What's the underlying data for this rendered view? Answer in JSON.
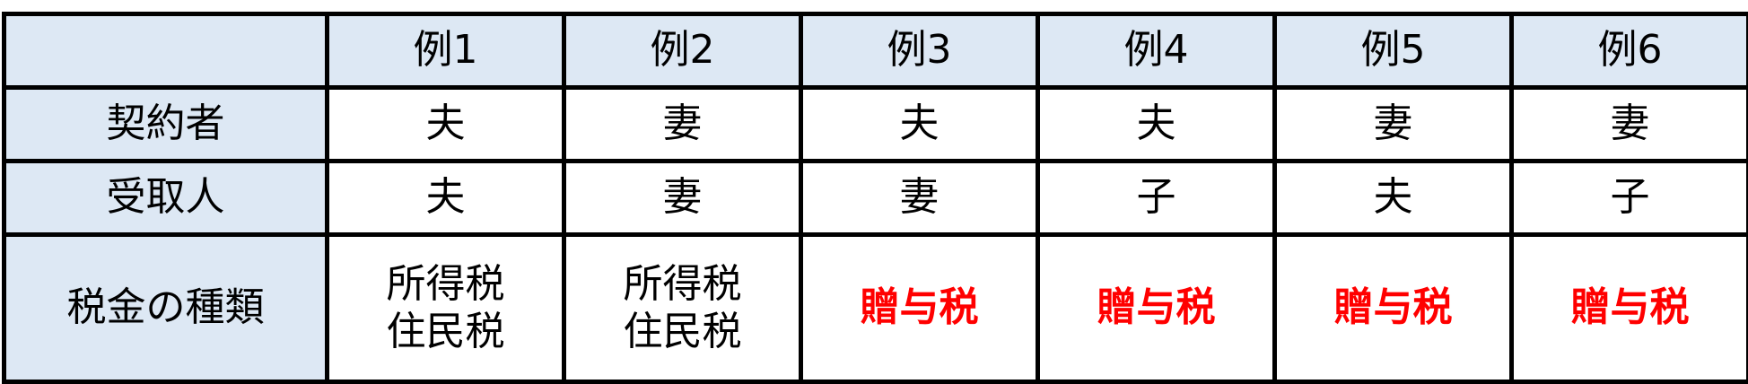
{
  "table": {
    "corner": "",
    "columns": [
      "例1",
      "例2",
      "例3",
      "例4",
      "例5",
      "例6"
    ],
    "rows": [
      {
        "label": "契約者",
        "cells": [
          "夫",
          "妻",
          "夫",
          "夫",
          "妻",
          "妻"
        ]
      },
      {
        "label": "受取人",
        "cells": [
          "夫",
          "妻",
          "妻",
          "子",
          "夫",
          "子"
        ]
      },
      {
        "label": "税金の種類",
        "cells": [
          {
            "lines": [
              "所得税",
              "住民税"
            ],
            "highlight": false
          },
          {
            "lines": [
              "所得税",
              "住民税"
            ],
            "highlight": false
          },
          {
            "lines": [
              "贈与税"
            ],
            "highlight": true
          },
          {
            "lines": [
              "贈与税"
            ],
            "highlight": true
          },
          {
            "lines": [
              "贈与税"
            ],
            "highlight": true
          },
          {
            "lines": [
              "贈与税"
            ],
            "highlight": true
          }
        ]
      }
    ]
  },
  "colors": {
    "header_bg": "#dde8f4",
    "border": "#000000",
    "highlight_text": "#ff0000"
  }
}
